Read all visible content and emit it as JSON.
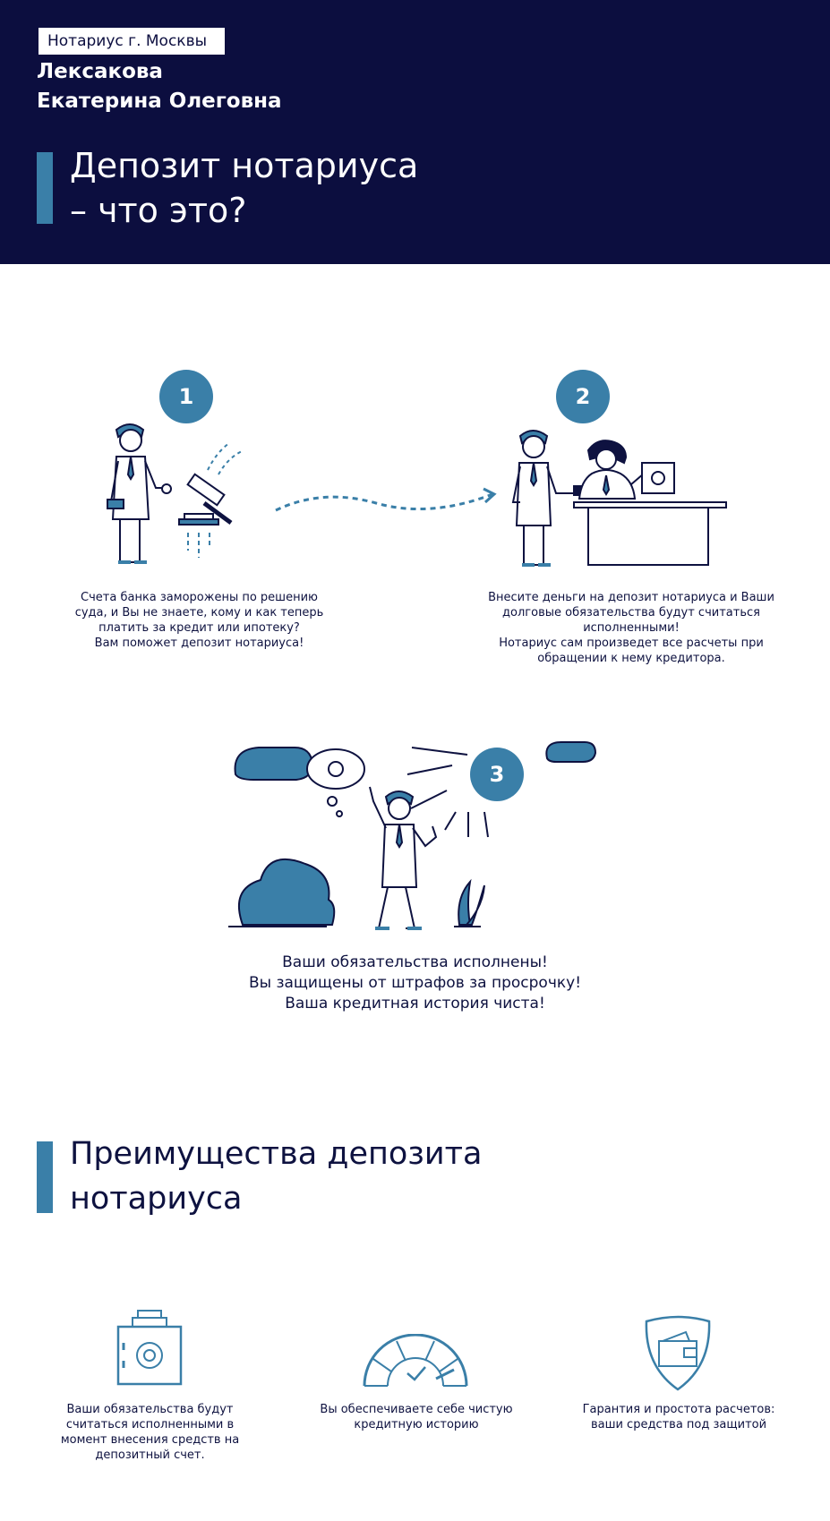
{
  "header": {
    "badge": "Нотариус г. Москвы",
    "name_line1": "Лексакова",
    "name_line2": "Екатерина Олеговна",
    "title_line1": "Депозит нотариуса",
    "title_line2": "– что это?"
  },
  "steps": [
    {
      "number": "1",
      "caption": [
        "Счета банка заморожены по решению",
        "суда, и Вы не знаете, кому и как теперь",
        "платить за кредит или ипотеку?",
        "Вам поможет депозит нотариуса!"
      ]
    },
    {
      "number": "2",
      "caption": [
        "Внесите деньги на депозит нотариуса и Ваши",
        "долговые обязательства будут считаться",
        "исполненными!",
        "Нотариус сам произведет все расчеты при",
        "обращении к нему кредитора."
      ]
    },
    {
      "number": "3",
      "caption": [
        "Ваши обязательства исполнены!",
        "Вы защищены от штрафов за просрочку!",
        "Ваша кредитная история чиста!"
      ]
    }
  ],
  "advantages": {
    "title_line1": "Преимущества депозита",
    "title_line2": "нотариуса",
    "items": [
      {
        "icon": "safe-bag-icon",
        "text": [
          "Ваши обязательства будут",
          "считаться исполненными в",
          "момент внесения средств на",
          "депозитный счет."
        ]
      },
      {
        "icon": "gauge-icon",
        "text": [
          "Вы обеспечиваете себе чистую",
          "кредитную историю"
        ]
      },
      {
        "icon": "shield-wallet-icon",
        "text": [
          "Гарантия и простота расчетов:",
          "ваши средства под защитой"
        ]
      }
    ]
  },
  "colors": {
    "header_bg": "#0c0e3f",
    "accent": "#3a7fa8",
    "text": "#0e1240"
  }
}
